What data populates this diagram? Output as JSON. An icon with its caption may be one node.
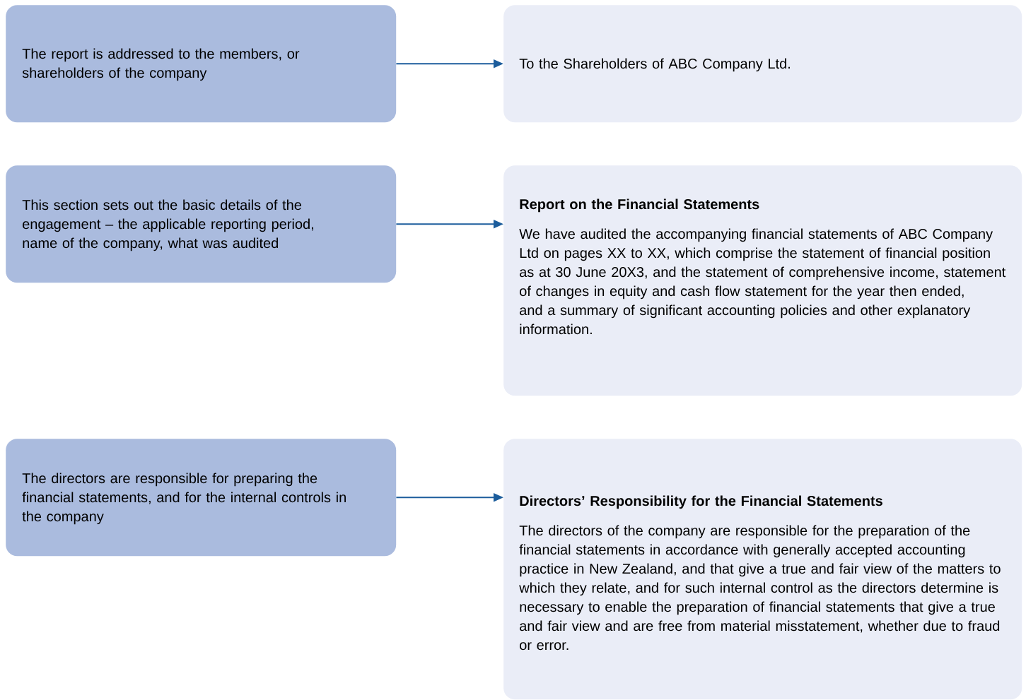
{
  "diagram": {
    "nodes": [
      {
        "text": [
          "The report is addressed to the members, or shareholders of the company"
        ]
      },
      {
        "text": [
          "To the Shareholders of ABC Company Ltd."
        ]
      },
      {
        "text": [
          "This section sets out the basic details of the engagement – the applicable reporting period, name of the company, what was audited"
        ]
      },
      {
        "text": [
          "Report on the Financial Statements",
          "We have audited the accompanying financial statements of ABC Company Ltd on pages XX to XX, which comprise the statement of financial position as at 30 June 20X3, and the statement of comprehensive income, statement of changes in equity and cash flow statement for the year then ended, and a summary of significant accounting policies and other explanatory information."
        ]
      },
      {
        "text": [
          "The directors are responsible for preparing the financial statements, and for the internal controls in the company"
        ]
      },
      {
        "text": [
          "Directors’ Responsibility for the Financial Statements",
          "The directors of the company are responsible for the preparation of the financial statements in accordance with generally accepted accounting practice in New Zealand, and that give a true and fair view of the matters to which they relate, and for such internal control as the directors determine is necessary to enable the preparation of financial statements that give a true and fair view and are free from material misstatement, whether due to fraud or error."
        ]
      }
    ],
    "edges": [
      {
        "from": 0,
        "to": 1,
        "arrow": "to"
      },
      {
        "from": 2,
        "to": 3,
        "arrow": "to"
      },
      {
        "from": 4,
        "to": 5,
        "arrow": "to"
      }
    ]
  }
}
